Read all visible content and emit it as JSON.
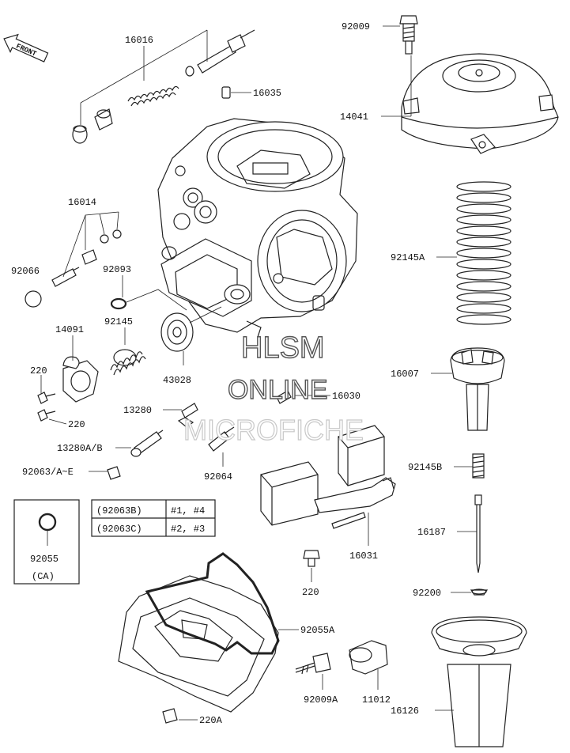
{
  "front_badge": "FRONT",
  "labels": {
    "p16016": "16016",
    "p16035": "16035",
    "p92009": "92009",
    "p14041": "14041",
    "p16014": "16014",
    "p92066": "92066",
    "p92093": "92093",
    "p92145": "92145",
    "p92145A": "92145A",
    "p14091": "14091",
    "p220a": "220",
    "p220b": "220",
    "p43028": "43028",
    "p16007": "16007",
    "p16030": "16030",
    "p13280": "13280",
    "p13280AB": "13280A/B",
    "p92064": "92064",
    "p92063AE": "92063/A~E",
    "p92145B": "92145B",
    "p16187": "16187",
    "p16031": "16031",
    "p92055": "92055",
    "p92055CA": "(CA)",
    "p220c": "220",
    "p92200": "92200",
    "p92055A": "92055A",
    "p92009A": "92009A",
    "p11012": "11012",
    "p16126": "16126",
    "p220A": "220A"
  },
  "table": {
    "rows": [
      {
        "part": "(92063B)",
        "cyl": "#1, #4"
      },
      {
        "part": "(92063C)",
        "cyl": "#2, #3"
      }
    ]
  },
  "watermark": {
    "line1": "HLSM",
    "line2": "ONLINE",
    "line3": "MICROFICHE"
  }
}
